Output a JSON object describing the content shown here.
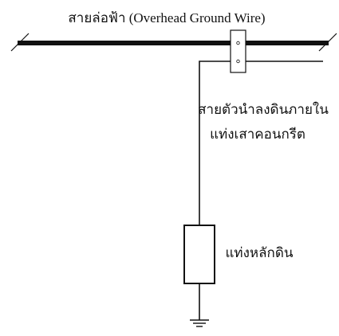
{
  "labels": {
    "overhead_wire": "สายล่อฟ้า (Overhead Ground Wire)",
    "down_conductor_line1": "สายตัวนำลงดินภายใน",
    "down_conductor_line2": "แท่งเสาคอนกรีต",
    "ground_rod": "แท่งหลักดิน"
  },
  "colors": {
    "line": "#111111",
    "background": "#ffffff"
  }
}
